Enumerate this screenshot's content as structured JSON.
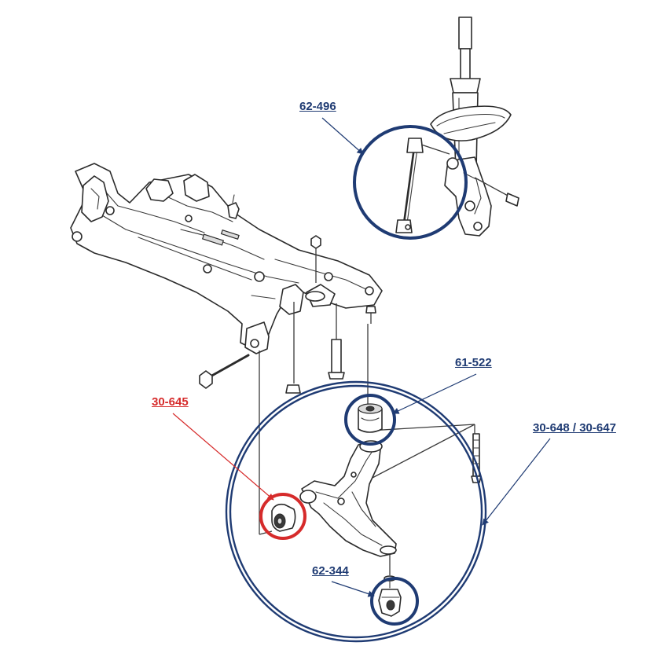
{
  "labels": {
    "stabilizer_link": "62-496",
    "rear_bushing": "61-522",
    "control_arm": "30-648 / 30-647",
    "front_bushing": "30-645",
    "ball_joint": "62-344"
  },
  "colors": {
    "accent_blue": "#1f3b73",
    "accent_red": "#d62b2b",
    "line_art": "#2b2b2b",
    "background": "#ffffff"
  }
}
